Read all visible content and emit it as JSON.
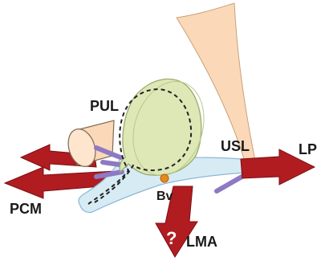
{
  "diagram": {
    "labels": {
      "pul": "PUL",
      "usl": "USL",
      "lp": "LP",
      "pcm": "PCM",
      "bv": "Bv",
      "lma": "LMA",
      "question": "?"
    },
    "colors": {
      "arrow_red": "#b11c20",
      "arrow_dark": "#7a1014",
      "ligament_fill": "#fbd9b8",
      "ligament_stroke": "#c8a07a",
      "organ_green": "#dde8b6",
      "organ_stroke": "#9bab6e",
      "membrane_blue": "#d7ebf5",
      "membrane_stroke": "#8bb8d3",
      "connector_purple": "#8d79c4",
      "vessel_orange": "#e8891b"
    }
  }
}
